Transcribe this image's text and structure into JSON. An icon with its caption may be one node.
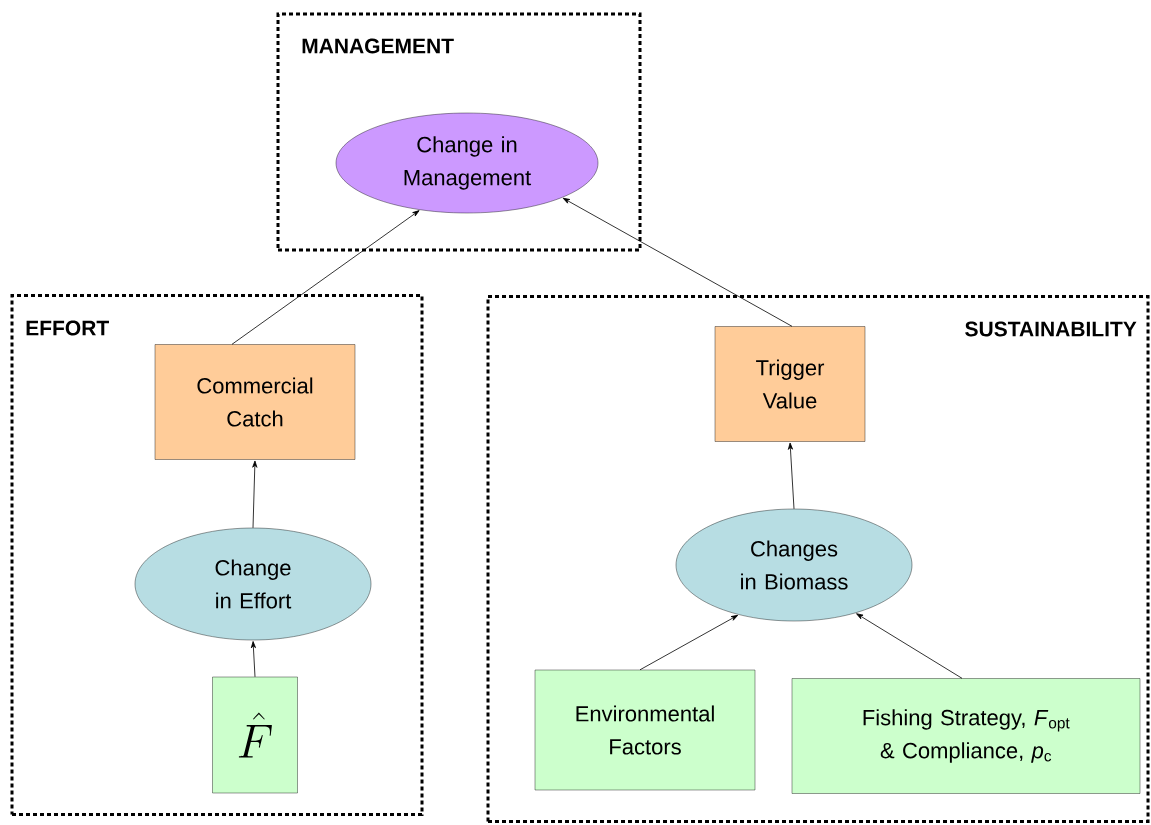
{
  "diagram": {
    "nodes": [
      {
        "text": [
          "MANAGEMENT"
        ]
      },
      {
        "text": [
          "Change in Management"
        ],
        "in": 0
      },
      {
        "text": [
          "EFFORT"
        ]
      },
      {
        "text": [
          "Commercial Catch"
        ],
        "in": 2
      },
      {
        "text": [
          "Change in Effort"
        ],
        "in": 2
      },
      {
        "text": [
          "\\hat{F}"
        ],
        "in": 2
      },
      {
        "text": [
          "SUSTAINABILITY"
        ]
      },
      {
        "text": [
          "Trigger Value"
        ],
        "in": 6
      },
      {
        "text": [
          "Changes in Biomass"
        ],
        "in": 6
      },
      {
        "text": [
          "Environmental Factors"
        ],
        "in": 6
      },
      {
        "text": [
          "Fishing Strategy, *F*$_{opt}$ & Compliance, *p*$_{c}$"
        ],
        "in": 6
      }
    ],
    "edges": [
      {
        "from": 3,
        "to": 1,
        "arrow": "to"
      },
      {
        "from": 7,
        "to": 1,
        "arrow": "to"
      },
      {
        "from": 4,
        "to": 3,
        "arrow": "to"
      },
      {
        "from": 5,
        "to": 4,
        "arrow": "to"
      },
      {
        "from": 8,
        "to": 7,
        "arrow": "to"
      },
      {
        "from": 9,
        "to": 8,
        "arrow": "to"
      },
      {
        "from": 10,
        "to": 8,
        "arrow": "to"
      }
    ]
  }
}
